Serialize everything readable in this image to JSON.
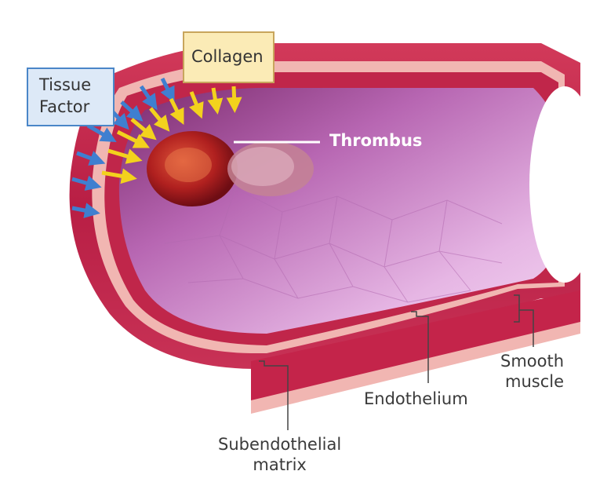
{
  "labels": {
    "tissue_factor": [
      "Tissue",
      "Factor"
    ],
    "collagen": "Collagen",
    "thrombus": "Thrombus",
    "endothelium": "Endothelium",
    "smooth_muscle": [
      "Smooth",
      "muscle"
    ],
    "subendothelial_matrix": [
      "Subendothelial",
      "matrix"
    ]
  },
  "colors": {
    "tissue_factor_arrow": "#3f7fd0",
    "collagen_arrow": "#f3d21d",
    "smooth_muscle": "#c8284c",
    "subendothelial": "#f1b6b2",
    "lumen": "#d79ad6",
    "thrombus": "#a3161f"
  }
}
